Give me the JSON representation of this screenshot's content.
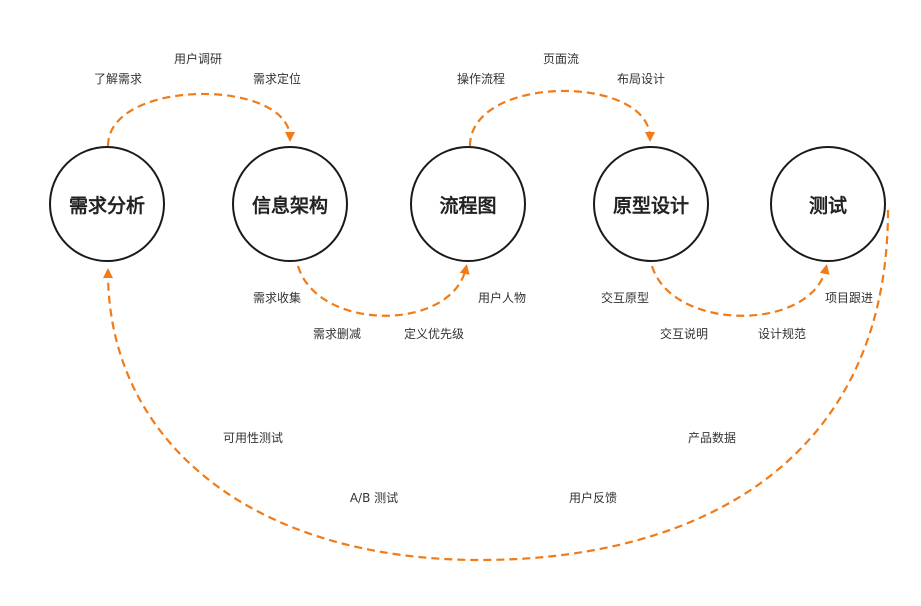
{
  "nodes": {
    "requirements": "需求分析",
    "info_arch": "信息架构",
    "flowchart": "流程图",
    "prototype": "原型设计",
    "testing": "测试"
  },
  "labels": {
    "understand_requirements": "了解需求",
    "user_research": "用户调研",
    "requirement_positioning": "需求定位",
    "requirement_collection": "需求收集",
    "requirement_pruning": "需求删减",
    "define_priority": "定义优先级",
    "user_persona": "用户人物",
    "operation_flow": "操作流程",
    "page_flow": "页面流",
    "layout_design": "布局设计",
    "interaction_prototype": "交互原型",
    "interaction_spec": "交互说明",
    "design_spec": "设计规范",
    "project_tracking": "项目跟进",
    "usability_testing": "可用性测试",
    "ab_testing": "A/B 测试",
    "product_data": "产品数据",
    "user_feedback": "用户反馈"
  },
  "colors": {
    "arrow": "#f07b18",
    "circle_border": "#1a1a1a",
    "text": "#333333"
  }
}
